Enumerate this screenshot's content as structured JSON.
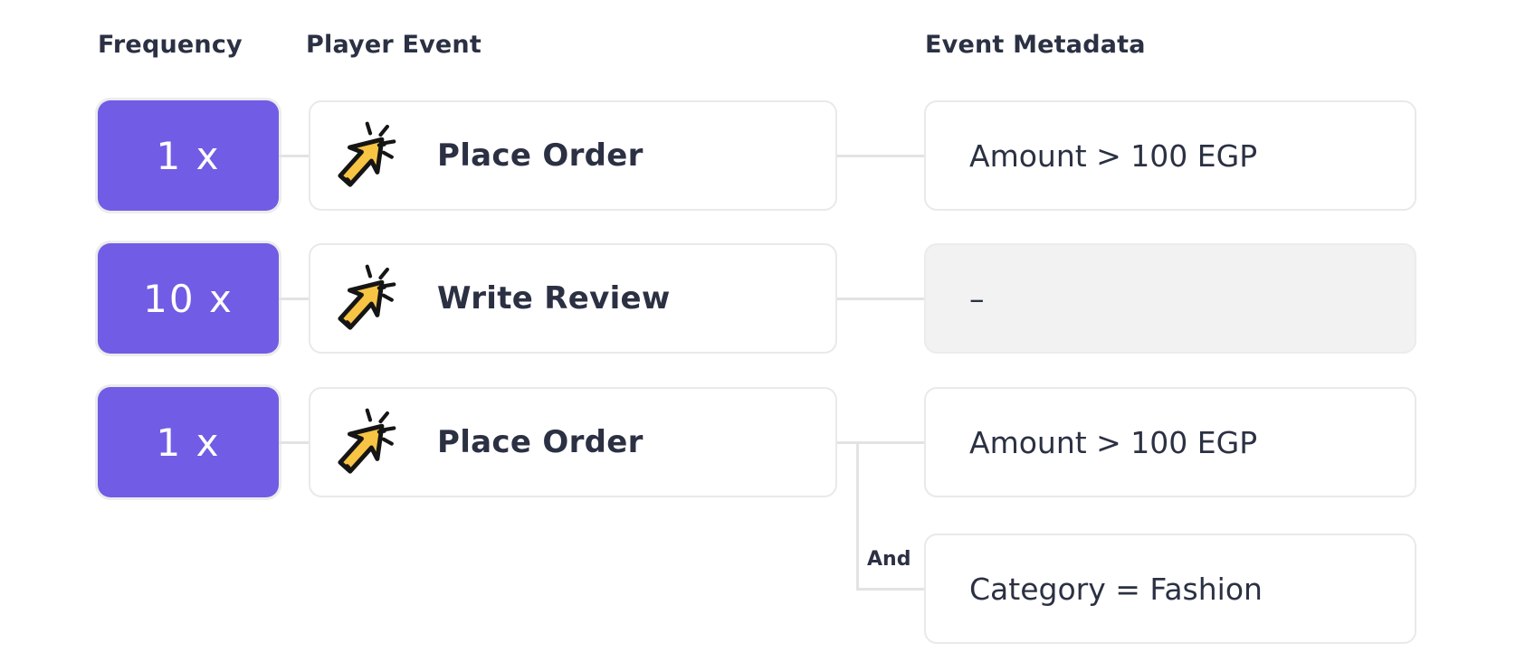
{
  "header": {
    "frequency": "Frequency",
    "player_event": "Player Event",
    "event_metadata": "Event Metadata"
  },
  "rows": [
    {
      "frequency": "1 x",
      "event": "Place Order",
      "metadata": [
        {
          "text": "Amount > 100 EGP",
          "empty": false
        }
      ]
    },
    {
      "frequency": "10 x",
      "event": "Write Review",
      "metadata": [
        {
          "text": "–",
          "empty": true
        }
      ]
    },
    {
      "frequency": "1 x",
      "event": "Place Order",
      "metadata": [
        {
          "text": "Amount > 100 EGP",
          "empty": false
        },
        {
          "text": "Category = Fashion",
          "empty": false,
          "connector_label": "And"
        }
      ]
    }
  ],
  "icons": {
    "event_icon": "cursor-click-icon"
  },
  "colors": {
    "accent_purple": "#715CE5",
    "text_navy": "#2B3043",
    "connector_gray": "#E3E3E3",
    "card_border": "#E9E9E9",
    "empty_metadata_fill": "#F2F2F2",
    "icon_yellow": "#F7C444",
    "icon_outline": "#151515"
  }
}
